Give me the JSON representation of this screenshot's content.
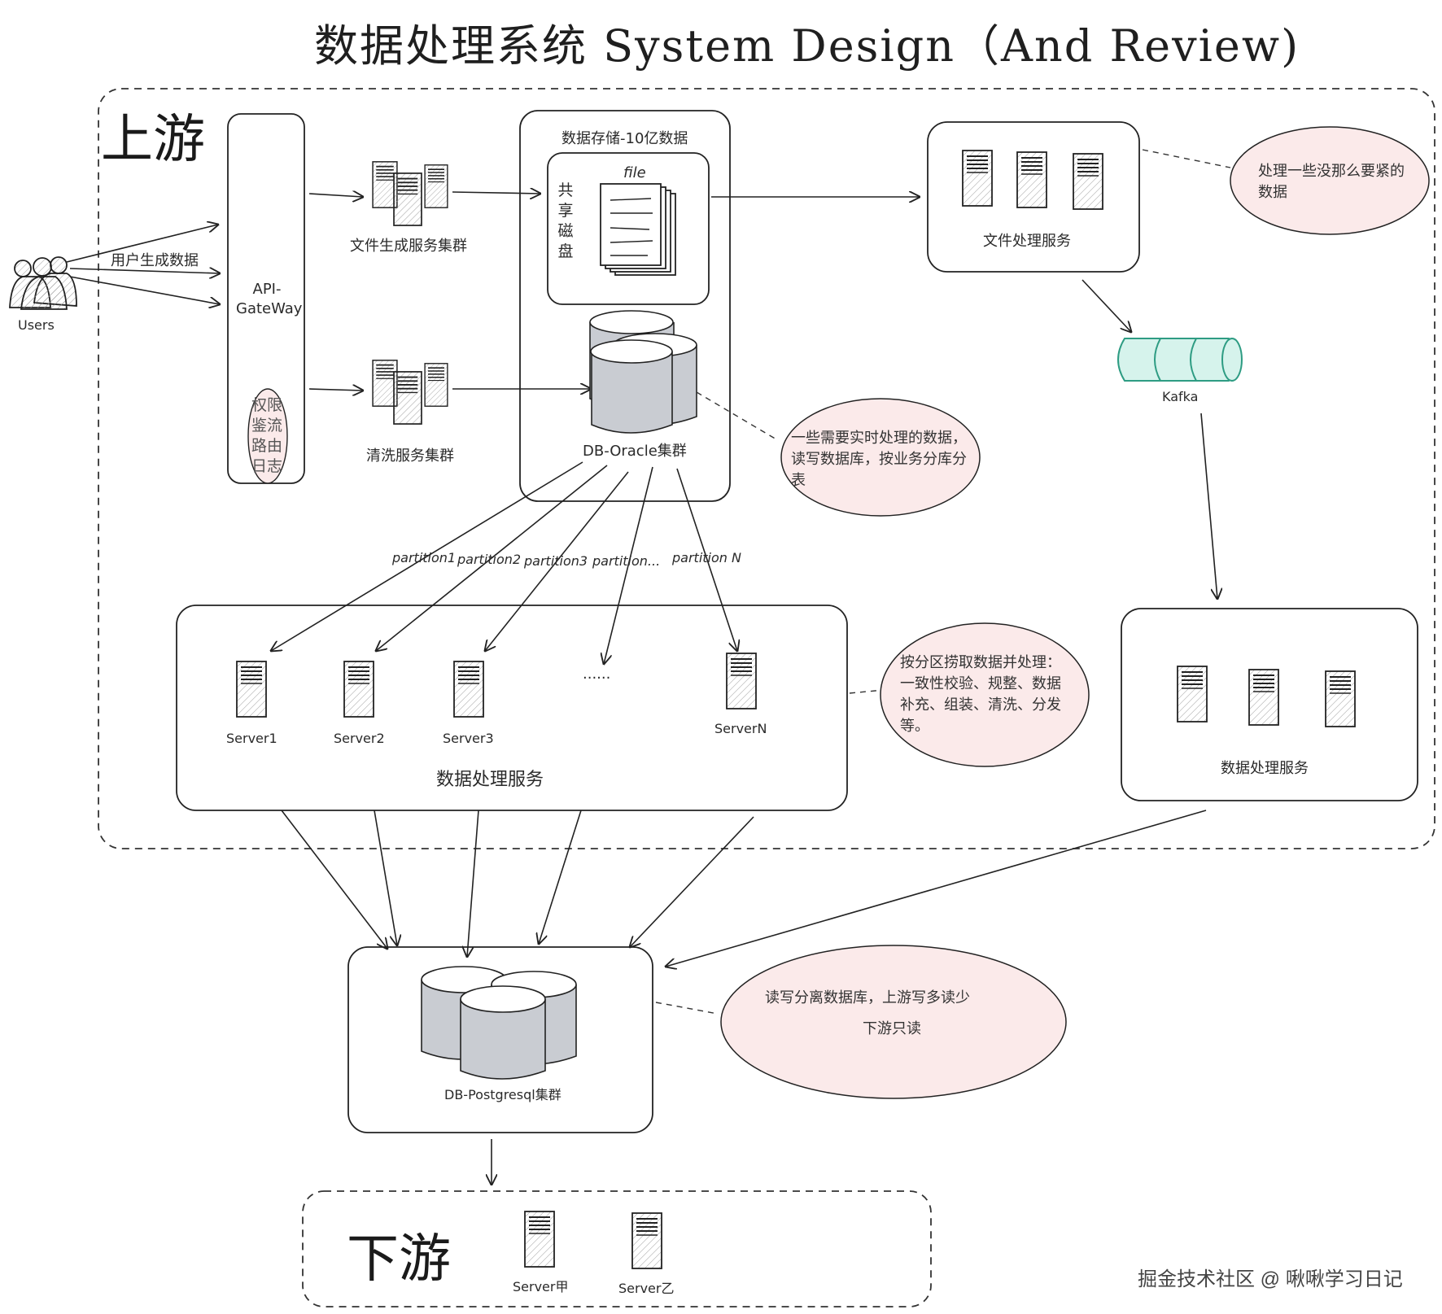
{
  "title": "数据处理系统 System Design（And Review)",
  "zones": {
    "upstream": "上游",
    "downstream": "下游"
  },
  "users": {
    "label": "Users",
    "arrow_label": "用户生成数据"
  },
  "gateway": {
    "label": "API-GateWay",
    "features": "权限鉴流路由日志"
  },
  "file_gen_cluster": "文件生成服务集群",
  "clean_cluster": "清洗服务集群",
  "storage": {
    "title": "数据存储-10亿数据",
    "shared_disk": "共享磁盘",
    "file_label": "file",
    "db_label": "DB-Oracle集群"
  },
  "file_service": "文件处理服务",
  "kafka": "Kafka",
  "partitions": [
    "partition1",
    "partition2",
    "partition3",
    "partition...",
    "partition N"
  ],
  "servers": [
    "Server1",
    "Server2",
    "Server3",
    "ServerN"
  ],
  "ellipsis": "......",
  "process_service": "数据处理服务",
  "process_service2": "数据处理服务",
  "postgres_label": "DB-Postgresql集群",
  "downstream_servers": [
    "Server甲",
    "Server乙"
  ],
  "notes": {
    "file_note": "处理一些没那么要紧的数据",
    "oracle_note": "一些需要实时处理的数据，读写数据库，按业务分库分表",
    "process_note": "按分区捞取数据并处理：一致性校验、规整、数据补充、组装、清洗、分发等。",
    "pg_note_line1": "读写分离数据库，上游写多读少",
    "pg_note_line2": "下游只读"
  },
  "watermark": "掘金技术社区 @ 啾啾学习日记",
  "colors": {
    "note_fill": "#fbeaea",
    "kafka": "#2e9c83",
    "kafka_fill": "#d6f3ec",
    "db_fill": "#c9ccd2",
    "stroke": "#222222"
  }
}
